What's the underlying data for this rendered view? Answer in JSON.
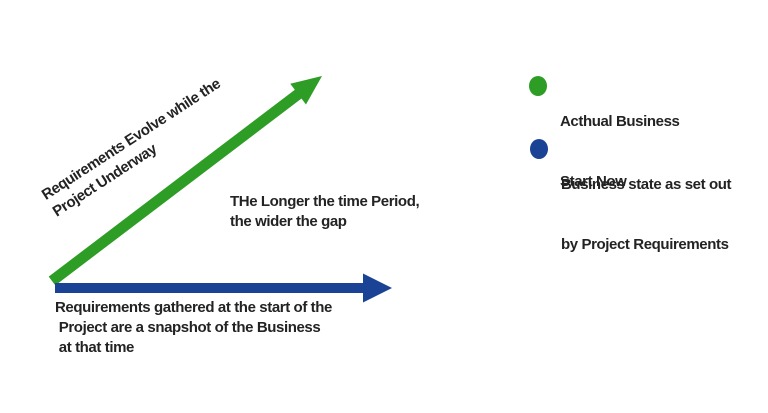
{
  "colors": {
    "green": "#2e9d26",
    "blue": "#1a4396",
    "text": "#232323"
  },
  "diagram": {
    "green_arrow_label": {
      "line1": "Requirements Evolve while the",
      "line2": "Project Underway"
    },
    "gap_label": {
      "line1": "THe Longer the time Period,",
      "line2": "the wider the gap"
    },
    "blue_arrow_label": {
      "line1": "Requirements gathered at the start of the",
      "line2": " Project are a snapshot of the Business",
      "line3": " at that time"
    }
  },
  "legend": {
    "items": [
      {
        "marker": "green-dot",
        "color": "#2e9d26",
        "label_line1": "Acthual Business",
        "label_line2": "Start Now"
      },
      {
        "marker": "blue-dot",
        "color": "#1a4396",
        "label_line1": "Business state as set out",
        "label_line2": "by Project Requirements"
      }
    ]
  }
}
